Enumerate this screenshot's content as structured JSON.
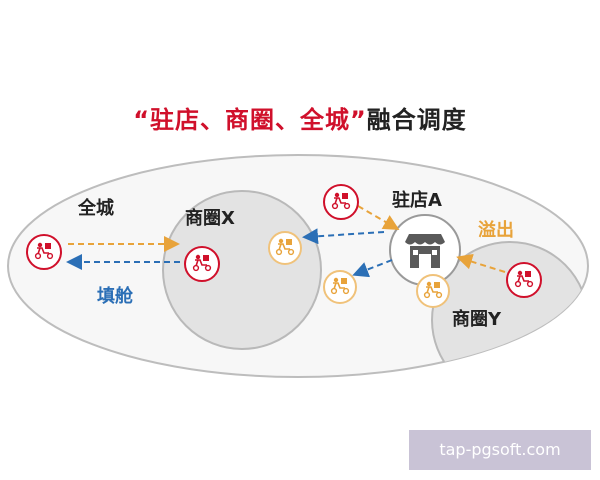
{
  "diagram": {
    "title": {
      "quote_open": "“",
      "red_part": "驻店、商圈、全城",
      "quote_close": "”",
      "dark_part": "融合调度"
    },
    "labels": {
      "city": "全城",
      "zone_x": "商圈X",
      "store_a": "驻店A",
      "zone_y": "商圈Y",
      "overflow": "溢出",
      "fill": "填舱"
    },
    "colors": {
      "red": "#d0102b",
      "orange": "#e8a33a",
      "blue": "#2b6fb6",
      "gold_ring": "#f0c27a",
      "store_gray": "#5a5a5a"
    }
  },
  "watermark": {
    "text": "tap-pgsoft.com"
  }
}
